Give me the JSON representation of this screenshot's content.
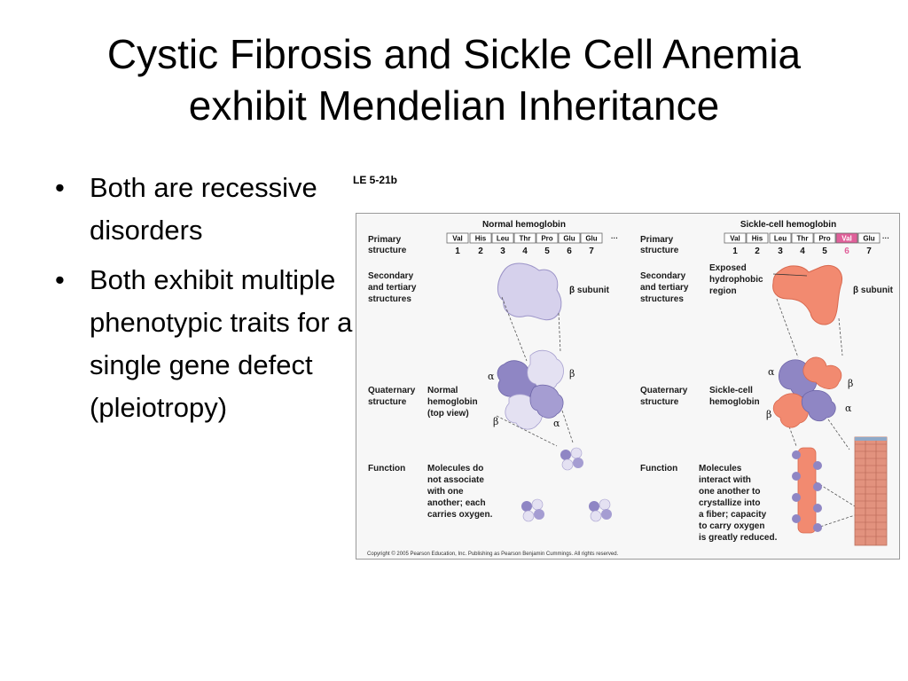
{
  "slide": {
    "title_line1": "Cystic Fibrosis and Sickle Cell Anemia",
    "title_line2": "exhibit Mendelian Inheritance",
    "bullets": [
      "Both are recessive disorders",
      "Both exhibit multiple phenotypic traits for a single gene defect (pleiotropy)"
    ],
    "figure_tag": "LE 5-21b"
  },
  "figure": {
    "normal_header": "Normal hemoglobin",
    "sickle_header": "Sickle-cell hemoglobin",
    "rows": {
      "primary": [
        "Primary",
        "structure"
      ],
      "secondary": [
        "Secondary",
        "and tertiary",
        "structures"
      ],
      "quaternary": [
        "Quaternary",
        "structure"
      ],
      "function": "Function"
    },
    "normal_sequence": [
      "Val",
      "His",
      "Leu",
      "Thr",
      "Pro",
      "Glu",
      "Glu"
    ],
    "sickle_sequence": [
      "Val",
      "His",
      "Leu",
      "Thr",
      "Pro",
      "Val",
      "Glu"
    ],
    "positions": [
      "1",
      "2",
      "3",
      "4",
      "5",
      "6",
      "7"
    ],
    "ellipsis": "···",
    "beta_subunit": "β subunit",
    "alpha": "α",
    "beta": "β",
    "exposed_region": [
      "Exposed",
      "hydrophobic",
      "region"
    ],
    "normal_quaternary": [
      "Normal",
      "hemoglobin",
      "(top view)"
    ],
    "sickle_quaternary": [
      "Sickle-cell",
      "hemoglobin"
    ],
    "normal_function": [
      "Molecules do",
      "not associate",
      "with one",
      "another; each",
      "carries oxygen."
    ],
    "sickle_function": [
      "Molecules",
      "interact with",
      "one another to",
      "crystallize into",
      "a fiber; capacity",
      "to carry oxygen",
      "is greatly reduced."
    ],
    "copyright": "Copyright © 2005 Pearson Education, Inc. Publishing as Pearson Benjamin Cummings. All rights reserved."
  },
  "colors": {
    "normal_fill": "#b9b2da",
    "normal_light": "#e6e3f3",
    "sickle_fill": "#f28a70",
    "highlight": "#e0609a"
  }
}
